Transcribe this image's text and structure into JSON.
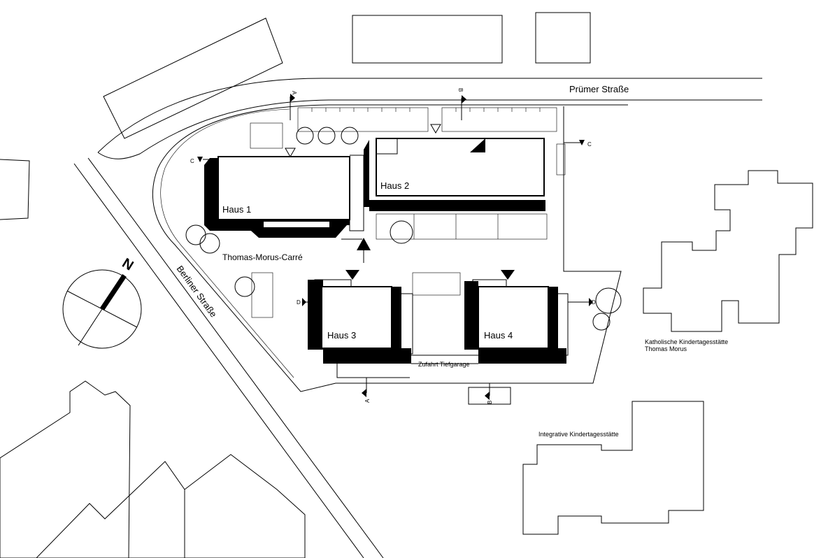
{
  "streets": {
    "pruemer": "Prümer Straße",
    "berliner": "Berliner Straße"
  },
  "complex": {
    "name": "Thomas-Morus-Carré",
    "garage_access": "Zufahrt Tiefgarage",
    "houses": [
      "Haus 1",
      "Haus 2",
      "Haus 3",
      "Haus 4"
    ]
  },
  "neighbors": {
    "kita_catholic_line1": "Katholische Kindertagesstätte",
    "kita_catholic_line2": "Thomas Morus",
    "kita_integrative": "Integrative Kindertagesstätte"
  },
  "north_arrow": {
    "label": "N"
  },
  "section_markers": {
    "a_top": "A",
    "a_bottom": "A",
    "b_top": "B",
    "b_bottom": "B",
    "c_left": "C",
    "c_right": "C",
    "d_left": "D",
    "d_right": "D"
  },
  "colors": {
    "ink": "#000000",
    "paper": "#ffffff"
  }
}
